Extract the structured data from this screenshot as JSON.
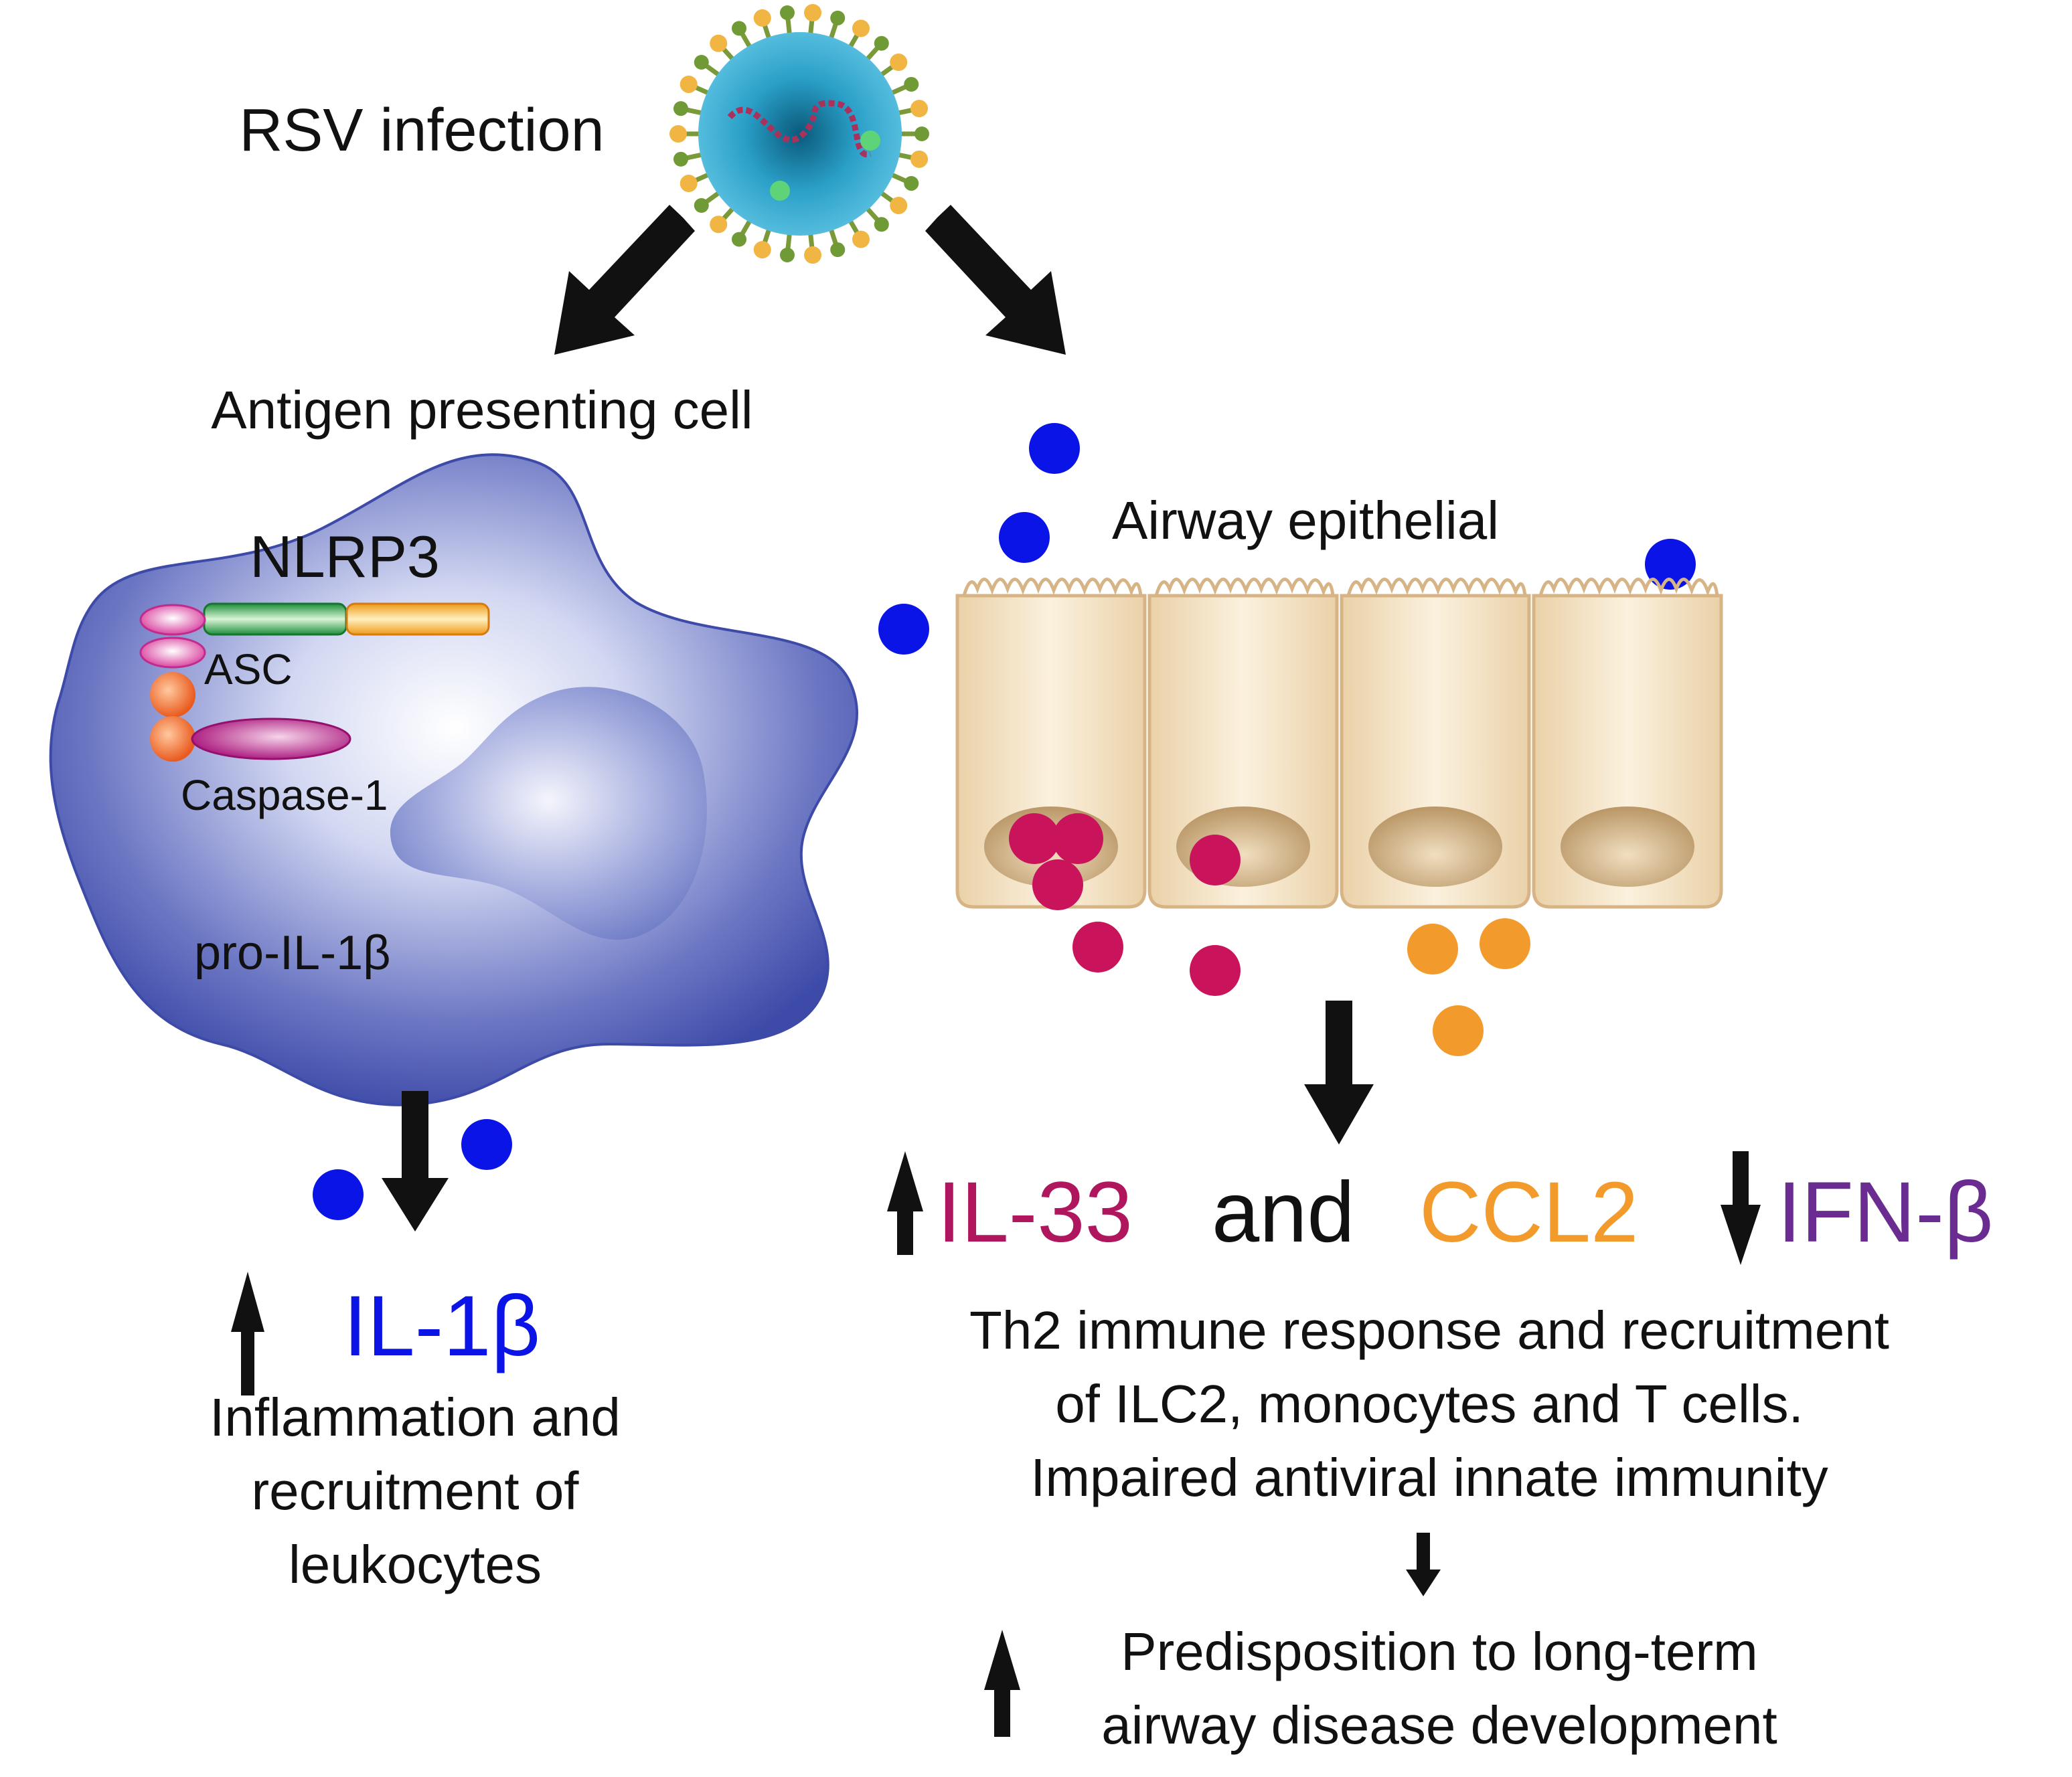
{
  "title": "RSV infection",
  "left_branch": {
    "cell_label": "Antigen presenting cell",
    "components": {
      "nlrp3": "NLRP3",
      "asc": "ASC",
      "caspase": "Caspase-1",
      "pro_il1b": "pro-IL-1β"
    },
    "output_marker": "IL-1β",
    "outcome_lines": [
      "Inflammation and",
      "recruitment of",
      "leukocytes"
    ]
  },
  "right_branch": {
    "tissue_label": "Airway epithelial",
    "output": {
      "il33": "IL-33",
      "and": "and",
      "ccl2": "CCL2",
      "ifnb": "IFN-β"
    },
    "outcome_lines": [
      "Th2 immune response  and recruitment",
      "of ILC2, monocytes and T cells.",
      "Impaired antiviral innate immunity"
    ],
    "long_term_lines": [
      "Predisposition to long-term",
      "airway disease development"
    ]
  },
  "colors": {
    "il1b": "#0b14e6",
    "il33": "#b0165e",
    "ccl2": "#f39a2c",
    "ifnb": "#6a2c91",
    "cell_body": "#3d4aa8",
    "epithelium": "#f2dcb7",
    "nucleus": "#c9ab7e"
  }
}
